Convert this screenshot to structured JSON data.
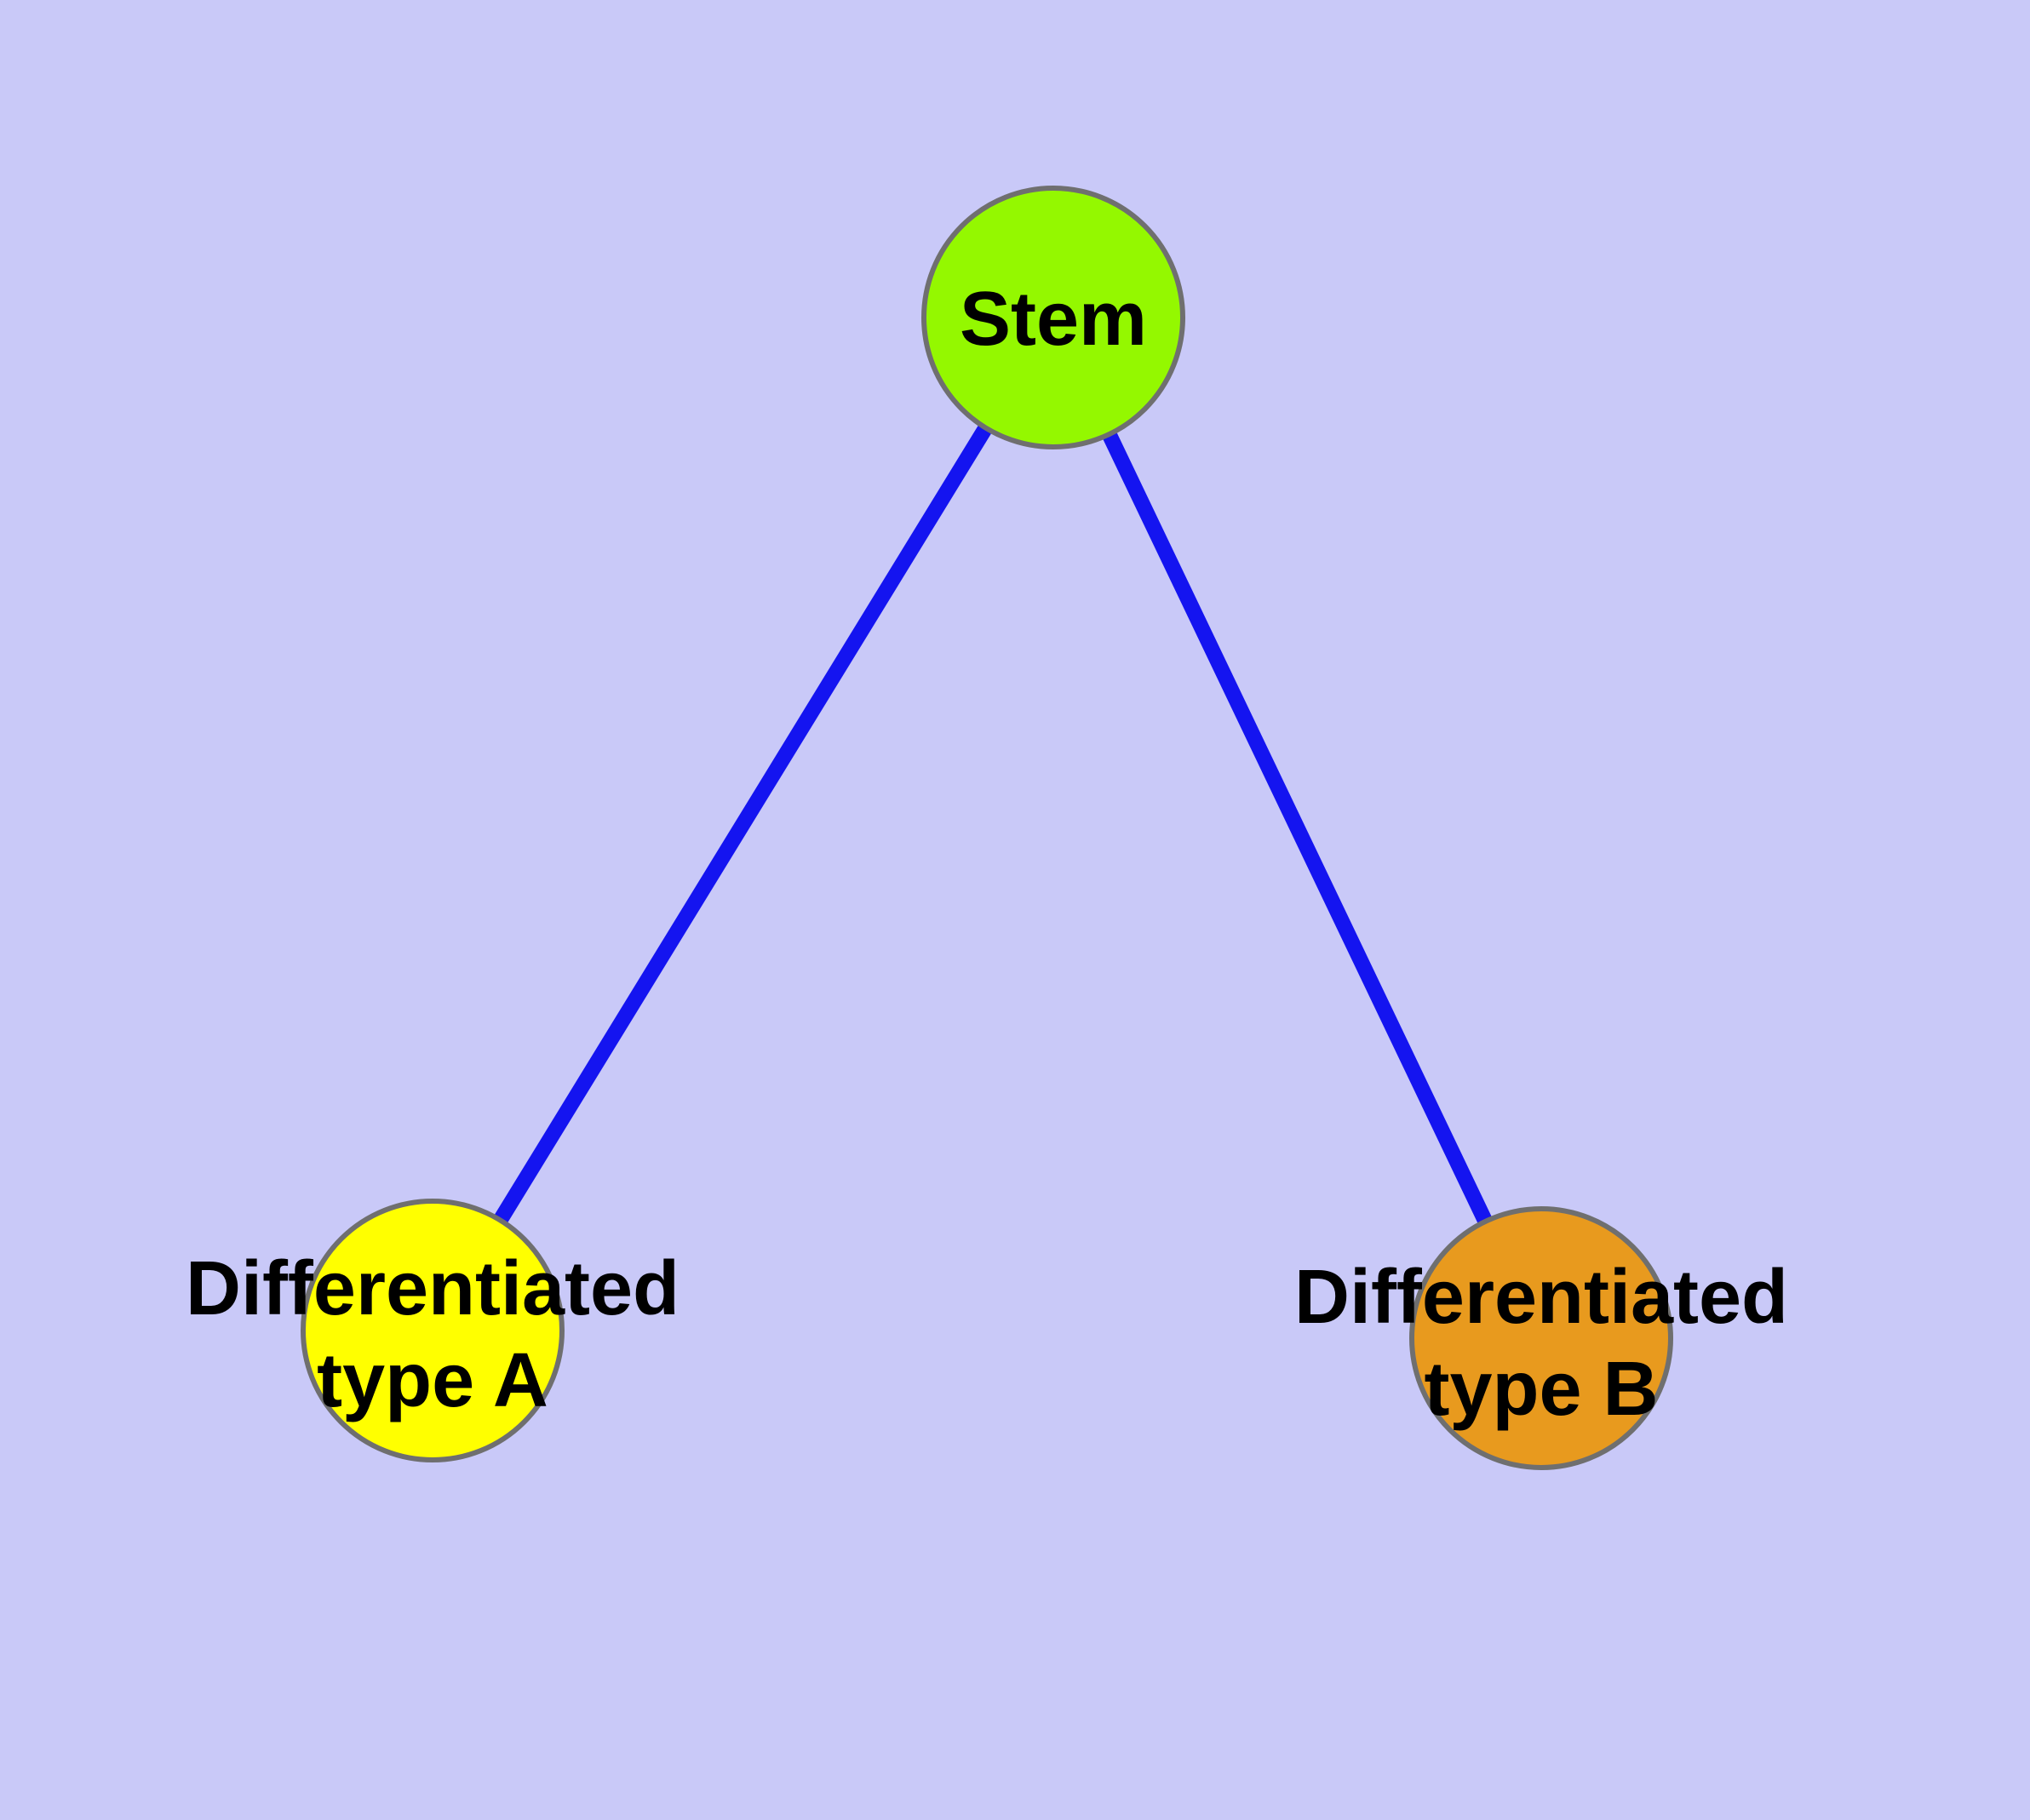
{
  "diagram": {
    "type": "node-link-graph",
    "background_color": "#C9C9F8",
    "edge_color": "#1414F0",
    "node_border_color": "#6F6F6F",
    "label_color": "#000000",
    "nodes": [
      {
        "id": "stem",
        "label": "Stem",
        "label_line1": "Stem",
        "label_line2": "",
        "fill": "#94F800"
      },
      {
        "id": "type_a",
        "label": "Differentiated type A",
        "label_line1": "Differentiated",
        "label_line2": "type A",
        "fill": "#FFFF00"
      },
      {
        "id": "type_b",
        "label": "Differentiated type B",
        "label_line1": "Differentiated",
        "label_line2": "type B",
        "fill": "#E89A1E"
      }
    ],
    "edges": [
      {
        "from": "Stem",
        "to": "Differentiated type A"
      },
      {
        "from": "Stem",
        "to": "Differentiated type B"
      }
    ]
  }
}
